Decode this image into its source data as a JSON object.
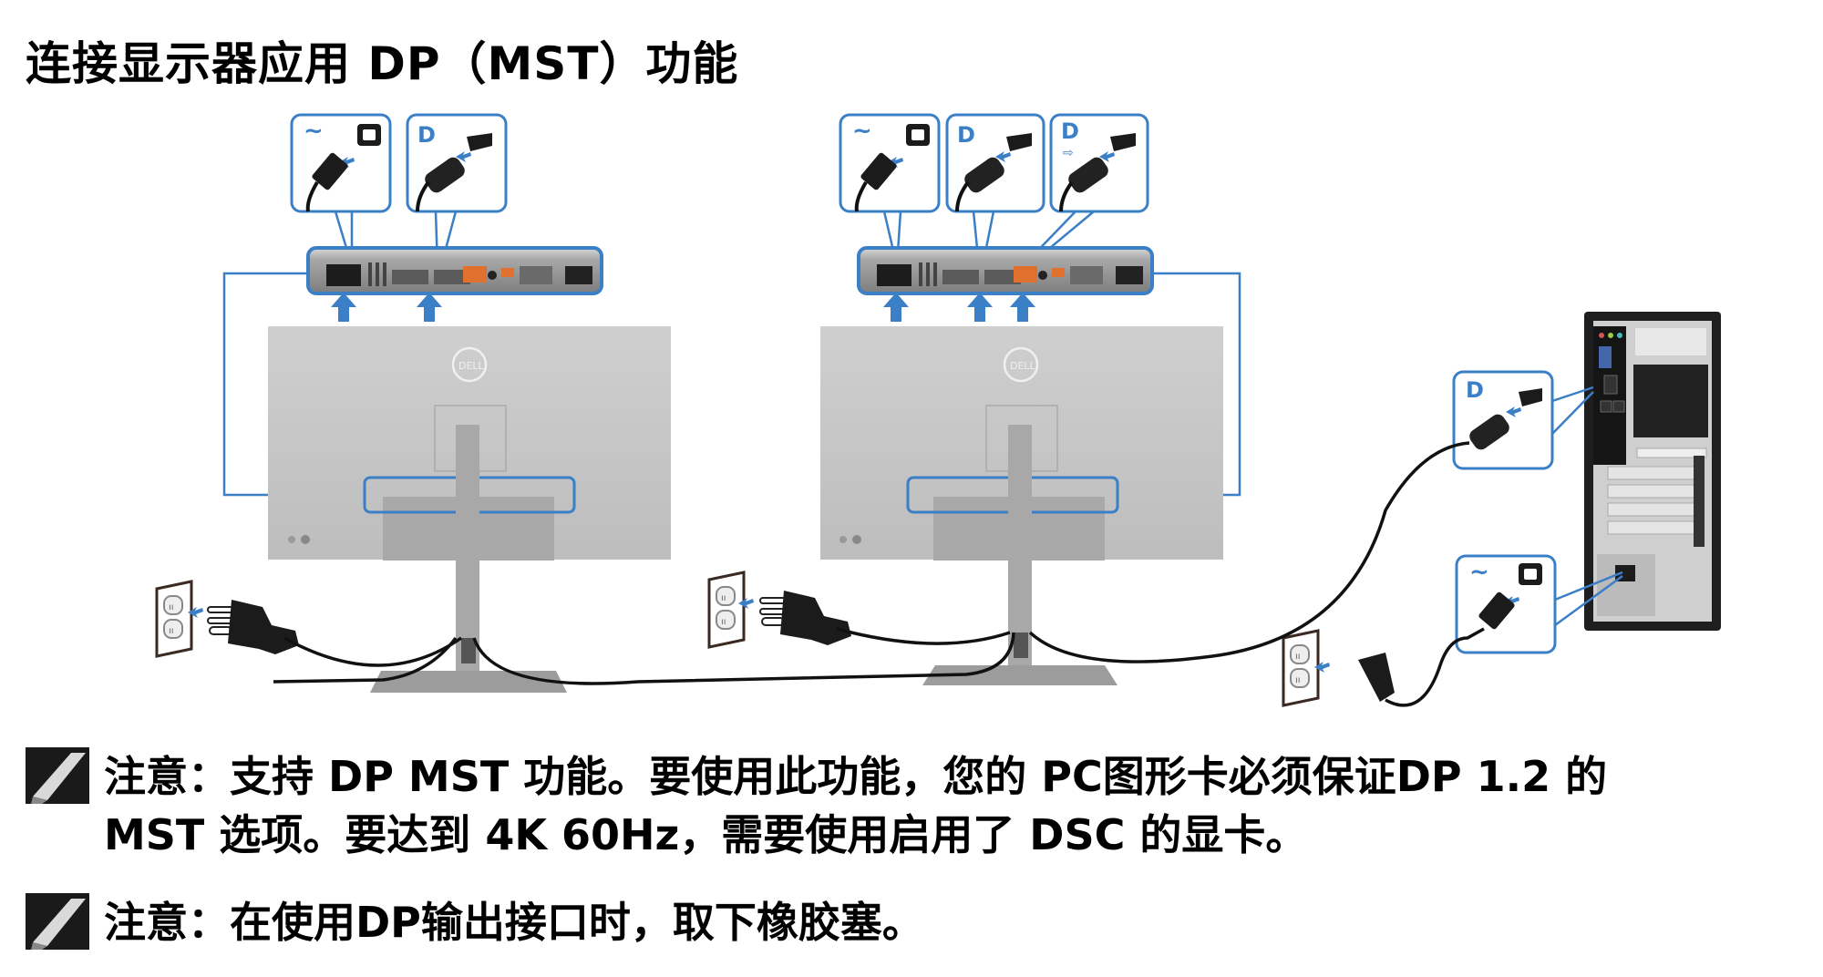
{
  "title": "连接显示器应用 DP（MST）功能",
  "colors": {
    "accent_blue": "#3B7FC6",
    "monitor_grey": "#C8C8C8",
    "panel_grey": "#8E8E8E",
    "cable_black": "#111111",
    "port_orange": "#E0702E"
  },
  "callouts": {
    "power_symbol": "~",
    "dp_symbol": "D",
    "dp_out_symbol": "⇨"
  },
  "monitors": [
    {
      "label": "monitor-1",
      "brand": "DELL",
      "callouts": [
        "power-in",
        "dp-in"
      ]
    },
    {
      "label": "monitor-2",
      "brand": "DELL",
      "callouts": [
        "power-in",
        "dp-in",
        "dp-out"
      ]
    }
  ],
  "pc": {
    "callouts": [
      "dp-out",
      "power-in"
    ]
  },
  "notes": [
    {
      "lines": [
        "注意：支持 DP MST 功能。要使用此功能，您的 PC图形卡必须保证DP 1.2 的",
        "MST 选项。要达到 4K 60Hz，需要使用启用了 DSC 的显卡。"
      ]
    },
    {
      "lines": [
        "注意：在使用DP输出接口时，取下橡胶塞。"
      ]
    }
  ]
}
